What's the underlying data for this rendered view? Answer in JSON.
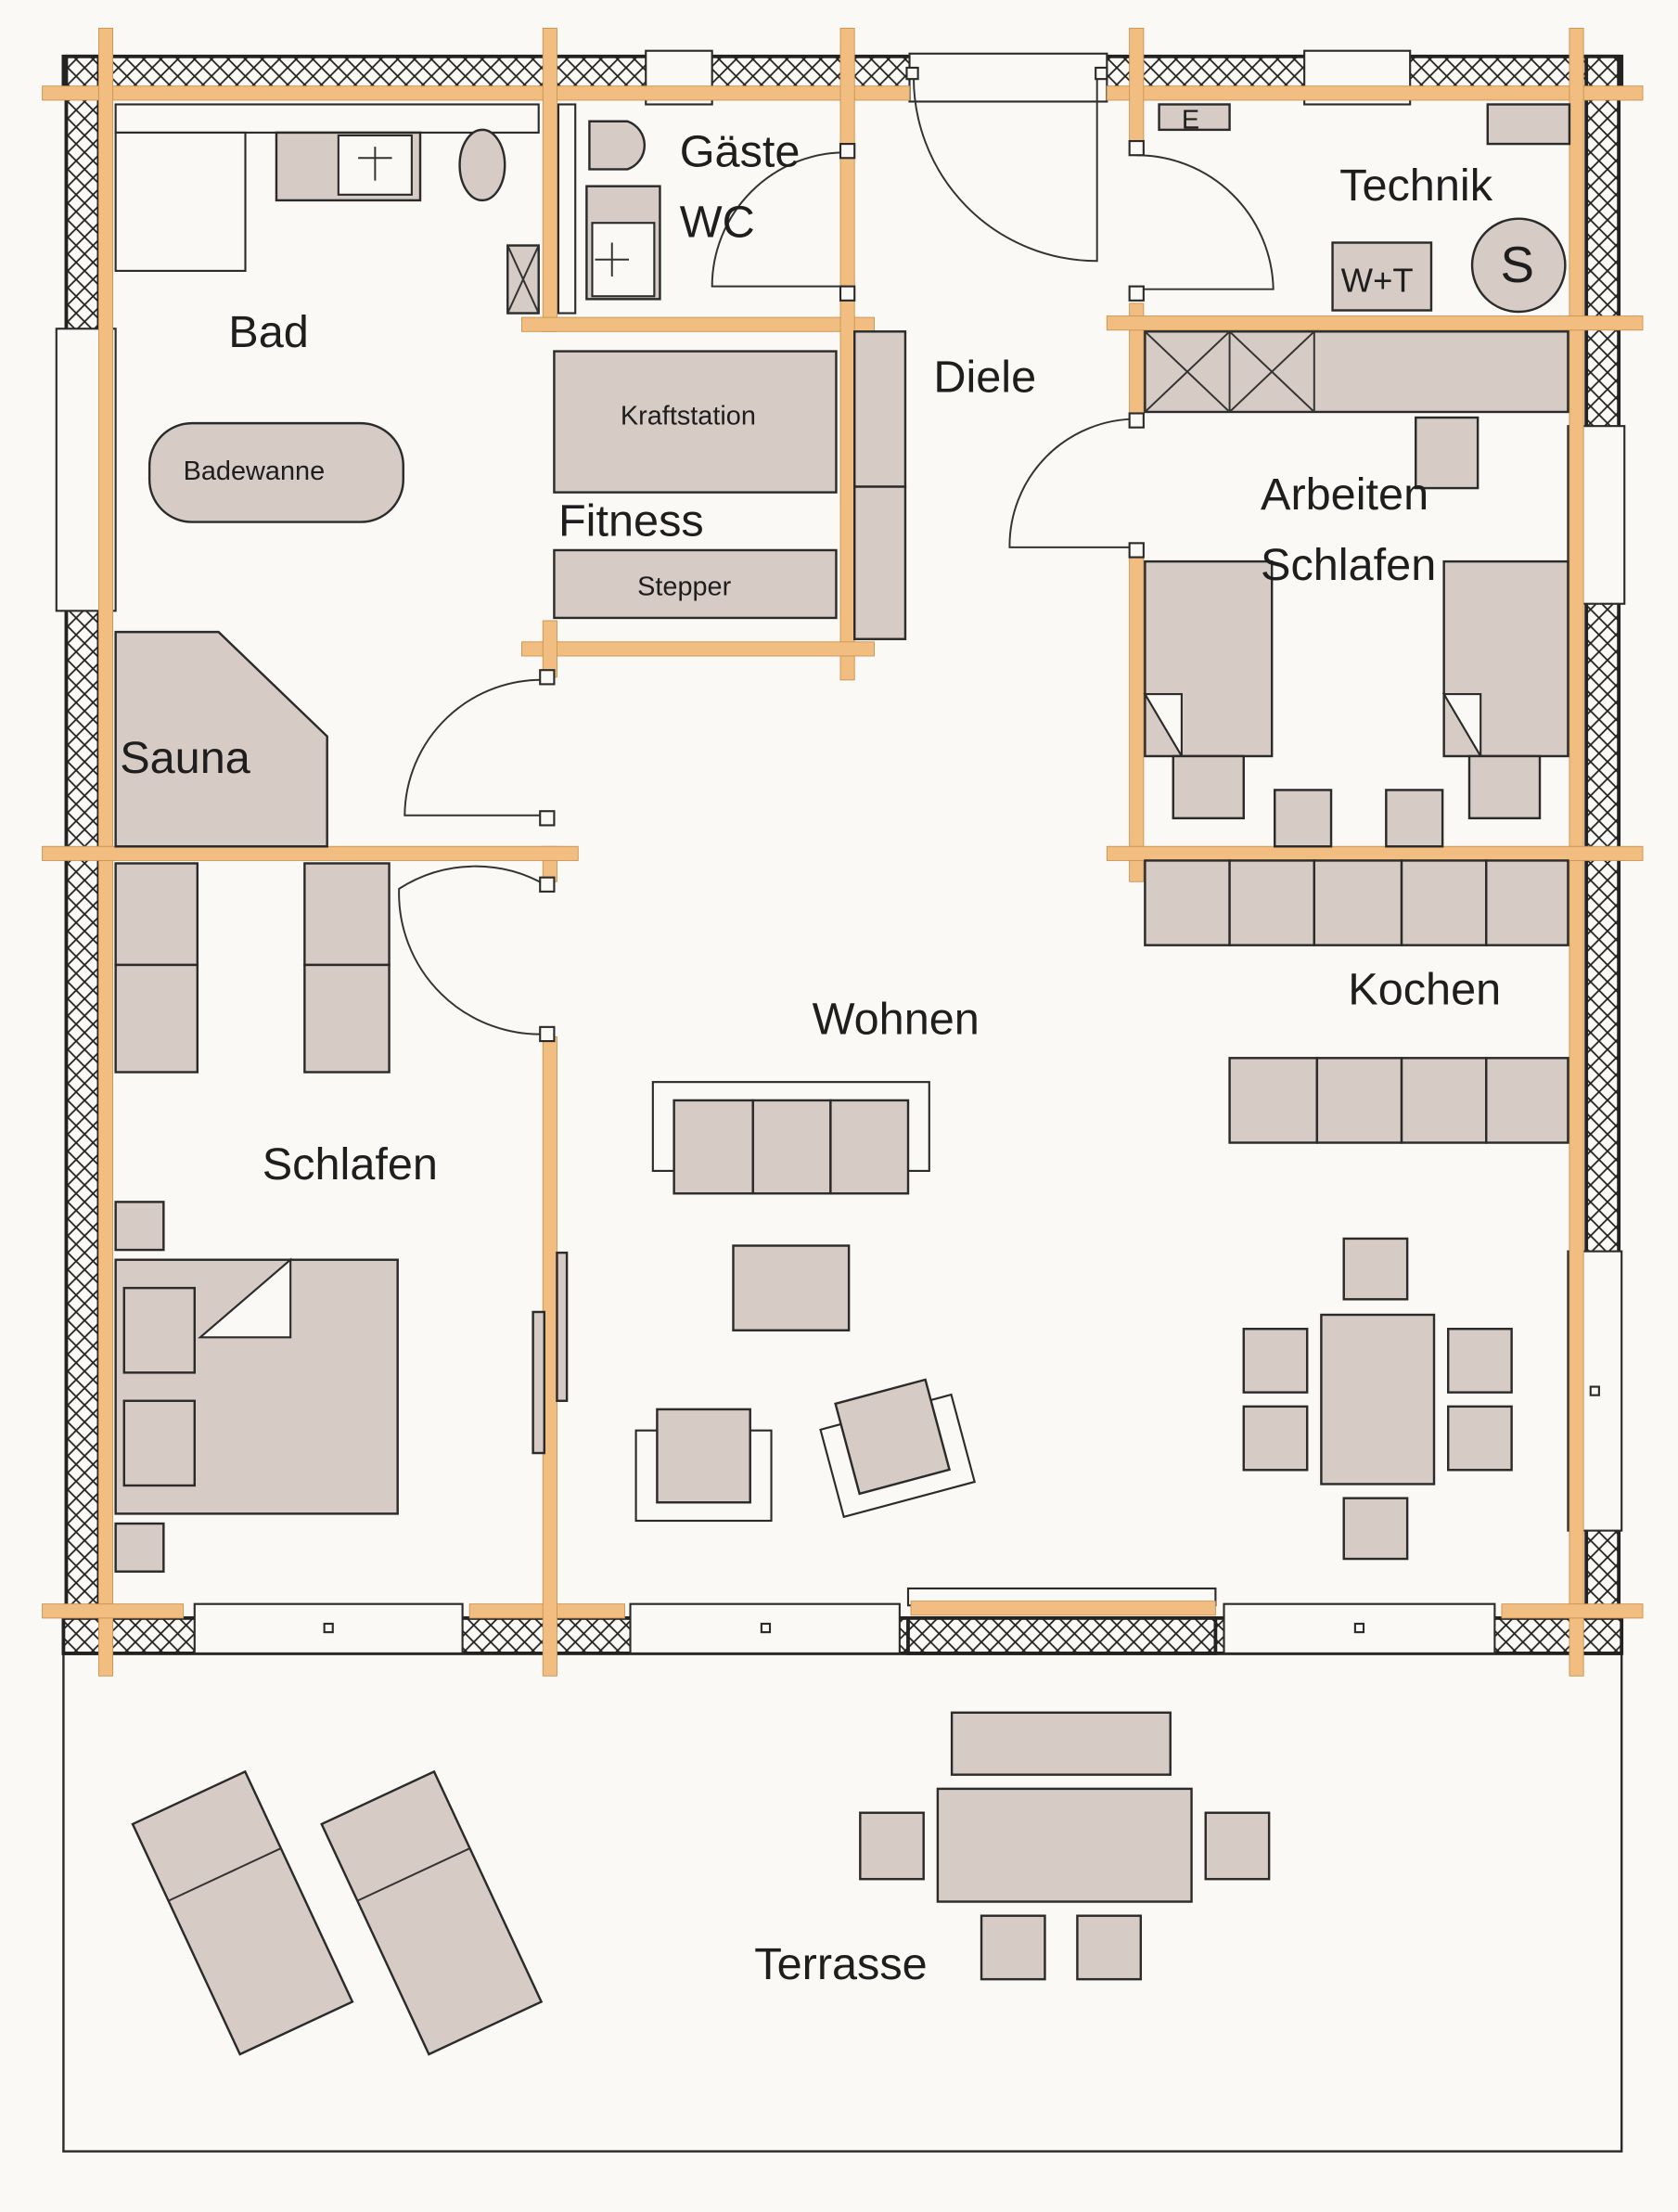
{
  "colors": {
    "background": "#fbf9f6",
    "furniture": "#d7ccc5",
    "timber": "#f2bd80",
    "line": "#2b2b2b"
  },
  "rooms": {
    "bad": "Bad",
    "gaeste": "Gäste",
    "wc": "WC",
    "diele": "Diele",
    "technik": "Technik",
    "fitness": "Fitness",
    "arbeiten": "Arbeiten",
    "schlafen2": "Schlafen",
    "sauna": "Sauna",
    "schlafen": "Schlafen",
    "wohnen": "Wohnen",
    "kochen": "Kochen",
    "terrasse": "Terrasse"
  },
  "furniture": {
    "badewanne": "Badewanne",
    "kraftstation": "Kraftstation",
    "stepper": "Stepper",
    "wt": "W+T",
    "speicher": "S",
    "electric": "E"
  }
}
